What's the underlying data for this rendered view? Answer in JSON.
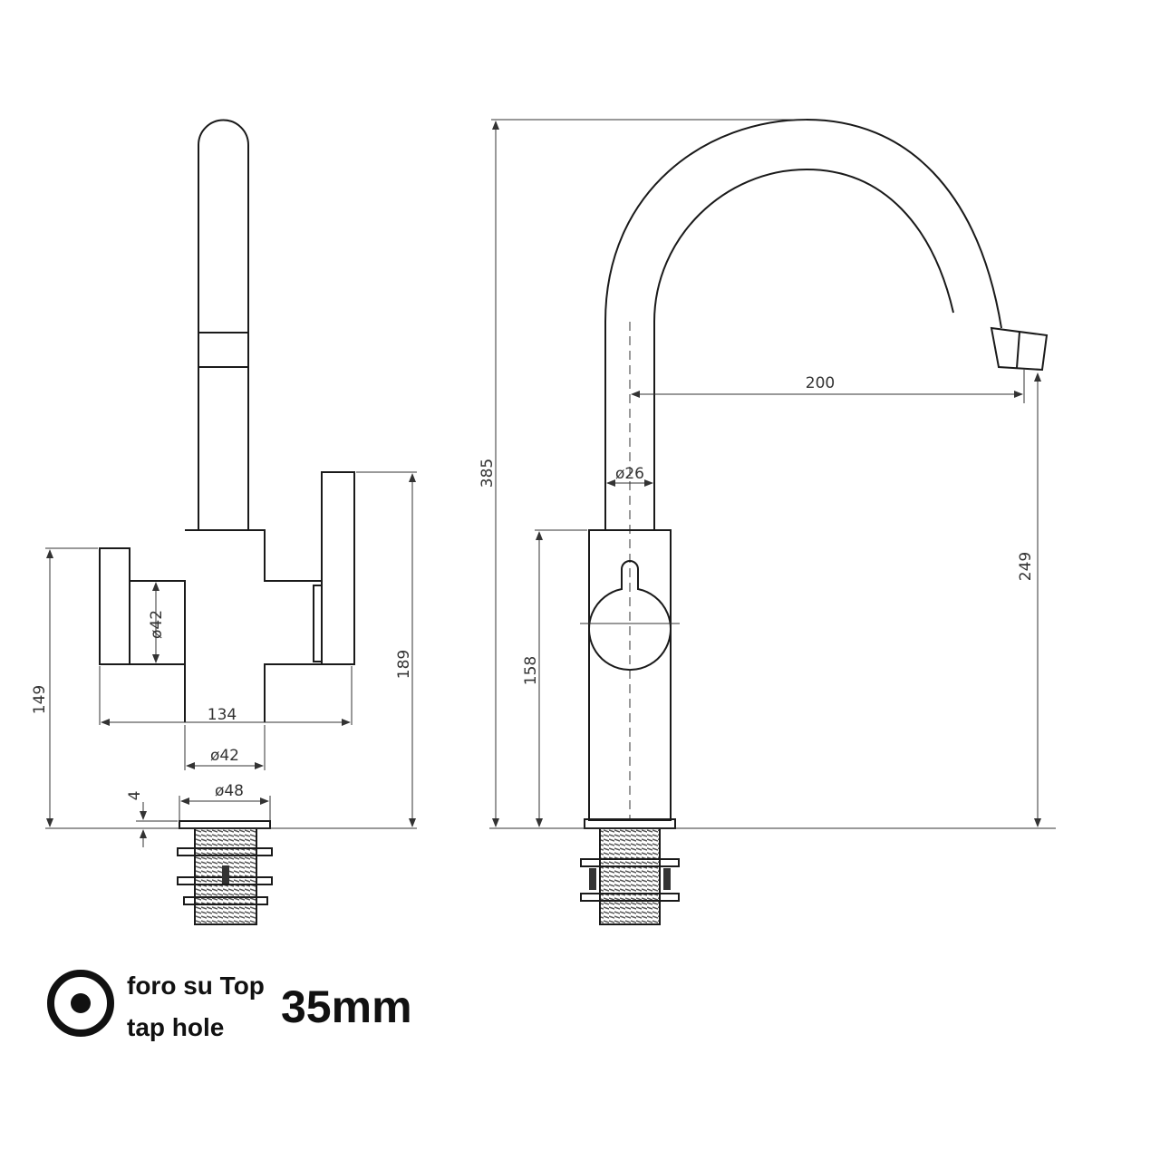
{
  "front_view": {
    "dims": {
      "height_left": "149",
      "height_right": "189",
      "width": "134",
      "body_diameter": "ø42",
      "base_diameter": "ø42",
      "flange_diameter": "ø48",
      "flange_thickness": "4"
    }
  },
  "side_view": {
    "dims": {
      "total_height": "385",
      "reach": "200",
      "spout_diameter": "ø26",
      "spout_height": "249",
      "body_height": "158"
    }
  },
  "legend": {
    "line1": "foro su Top",
    "line2": "tap hole",
    "value": "35mm",
    "icon": "tap-hole-target-icon"
  },
  "colors": {
    "line": "#1a1a1a",
    "background": "#ffffff"
  }
}
